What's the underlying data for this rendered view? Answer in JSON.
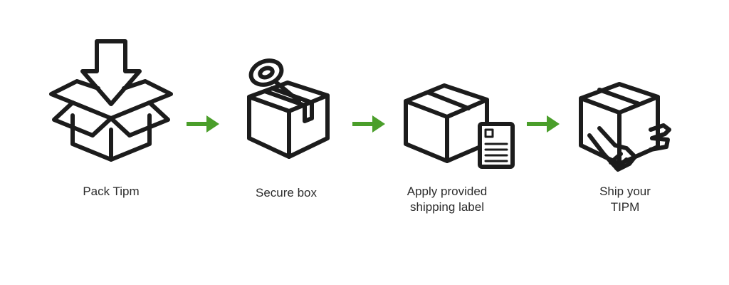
{
  "colors": {
    "icon_stroke": "#1c1c1c",
    "arrow": "#4a9e2a",
    "text": "#2b2b2b",
    "background": "#ffffff"
  },
  "steps": [
    {
      "icon": "open-box-down-arrow-icon",
      "lines": [
        "Pack Tipm"
      ]
    },
    {
      "icon": "taped-box-icon",
      "lines": [
        "Secure box"
      ]
    },
    {
      "icon": "box-with-label-icon",
      "lines": [
        "Apply provided",
        "shipping label"
      ]
    },
    {
      "icon": "box-in-hands-icon",
      "lines": [
        "Ship your",
        "TIPM"
      ]
    }
  ]
}
